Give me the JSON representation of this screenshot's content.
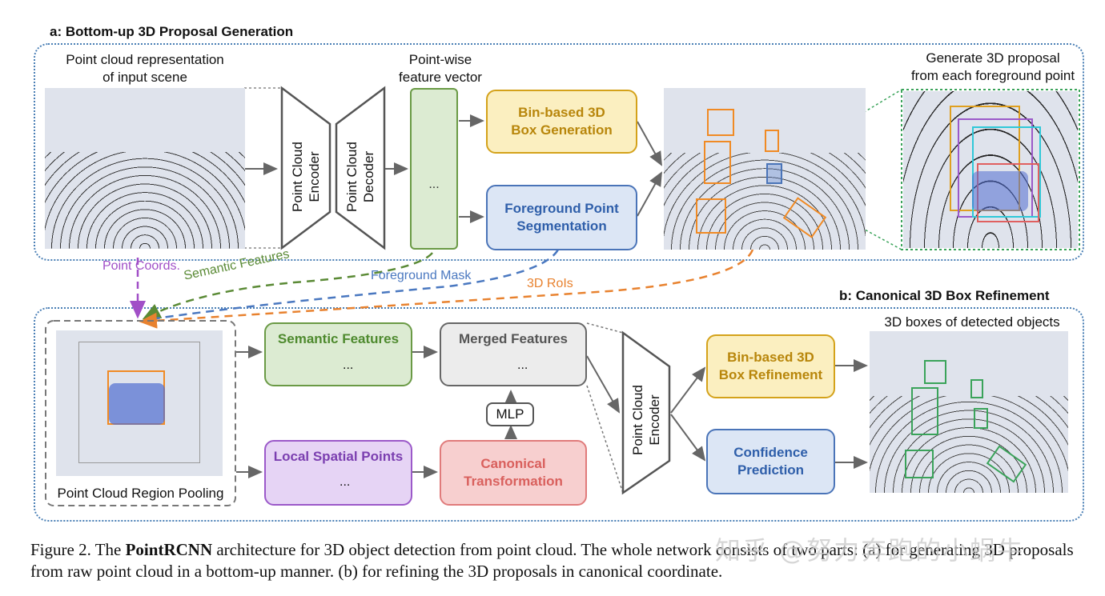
{
  "section_a": {
    "title": "a: Bottom-up 3D Proposal Generation"
  },
  "section_b": {
    "title": "b: Canonical 3D Box Refinement"
  },
  "labels": {
    "pc_input": "Point cloud representation\nof input scene",
    "pointwise": "Point-wise\nfeature vector",
    "generate": "Generate 3D proposal\nfrom each foreground point",
    "detected": "3D boxes of detected objects",
    "pooling": "Point Cloud Region Pooling"
  },
  "blocks": {
    "encoder_a": "Point Cloud\nEncoder",
    "decoder_a": "Point Cloud\nDecoder",
    "bin_gen": "Bin-based 3D\nBox Generation",
    "fg_seg": "Foreground Point\nSegmentation",
    "semantic": "Semantic Features",
    "merged": "Merged Features",
    "local": "Local Spatial Points",
    "canonical": "Canonical\nTransformation",
    "mlp": "MLP",
    "encoder_b": "Point Cloud\nEncoder",
    "bin_ref": "Bin-based 3D\nBox Refinement",
    "conf": "Confidence\nPrediction",
    "dots": "..."
  },
  "flows": {
    "point_coords": "Point Coords.",
    "semantic_features": "Semantic Features",
    "foreground_mask": "Foreground Mask",
    "rois": "3D RoIs"
  },
  "caption": {
    "prefix": "Figure 2. The ",
    "bold": "PointRCNN",
    "rest": " architecture for 3D object detection from point cloud.  The whole network consists of two parts: (a) for generating 3D proposals from raw point cloud in a bottom-up manner. (b) for refining the 3D proposals in canonical coordinate."
  },
  "watermark": "知乎 @努力奔跑的小蜗牛",
  "colors": {
    "section_border": "#4a7fb5",
    "yellow_fill": "#fbefc0",
    "yellow_border": "#d4a21a",
    "yellow_text": "#b8860b",
    "blue_fill": "#dce6f5",
    "blue_border": "#4a74b8",
    "blue_text": "#2f5faa",
    "green_fill": "#dcebd2",
    "green_border": "#6a9a45",
    "green_text": "#4e8a2e",
    "purple_fill": "#e6d4f5",
    "purple_border": "#9b59c9",
    "purple_text": "#7b3fb0",
    "red_fill": "#f7cfcf",
    "red_border": "#e07b7b",
    "red_text": "#d9605d",
    "gray_fill": "#ececec",
    "gray_border": "#666666",
    "point_coords": "#a14fc7",
    "semantic_flow": "#5a8a35",
    "mask_flow": "#4a78c0",
    "roi_flow": "#e8822f"
  }
}
